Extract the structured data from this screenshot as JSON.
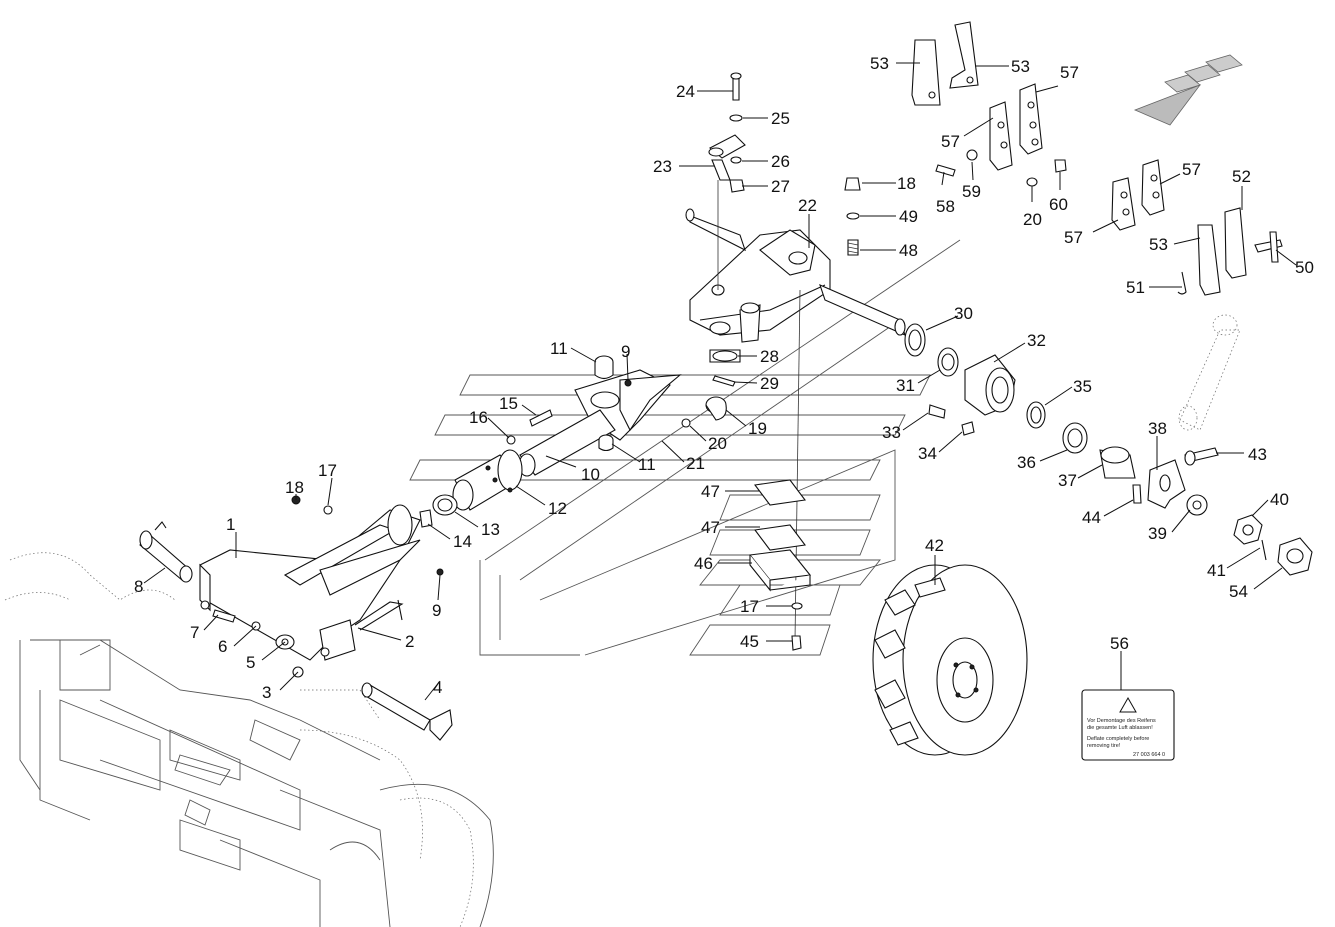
{
  "callouts": {
    "c1": "1",
    "c2": "2",
    "c3": "3",
    "c4": "4",
    "c5": "5",
    "c6": "6",
    "c7": "7",
    "c8": "8",
    "c9a": "9",
    "c9b": "9",
    "c10": "10",
    "c11a": "11",
    "c11b": "11",
    "c12": "12",
    "c13": "13",
    "c14": "14",
    "c15": "15",
    "c16": "16",
    "c17a": "17",
    "c17b": "17",
    "c18a": "18",
    "c18b": "18",
    "c19": "19",
    "c20a": "20",
    "c20b": "20",
    "c21": "21",
    "c22": "22",
    "c23": "23",
    "c24": "24",
    "c25": "25",
    "c26": "26",
    "c27": "27",
    "c28": "28",
    "c29": "29",
    "c30": "30",
    "c31": "31",
    "c32": "32",
    "c33": "33",
    "c34": "34",
    "c35": "35",
    "c36": "36",
    "c37": "37",
    "c38": "38",
    "c39": "39",
    "c40": "40",
    "c41": "41",
    "c42": "42",
    "c43": "43",
    "c44": "44",
    "c45": "45",
    "c46": "46",
    "c47a": "47",
    "c47b": "47",
    "c48": "48",
    "c49": "49",
    "c50": "50",
    "c51": "51",
    "c52": "52",
    "c53a": "53",
    "c53b": "53",
    "c53c": "53",
    "c54": "54",
    "c56": "56",
    "c57a": "57",
    "c57b": "57",
    "c57c": "57",
    "c57d": "57",
    "c58": "58",
    "c59": "59",
    "c60": "60"
  },
  "warning_label": {
    "line1": "Vor Demontage des Reifens",
    "line2": "die gesamte Luft ablassen!",
    "line3": "Deflate completely before",
    "line4": "removing tire!",
    "part_number": "27 003 664 0"
  }
}
